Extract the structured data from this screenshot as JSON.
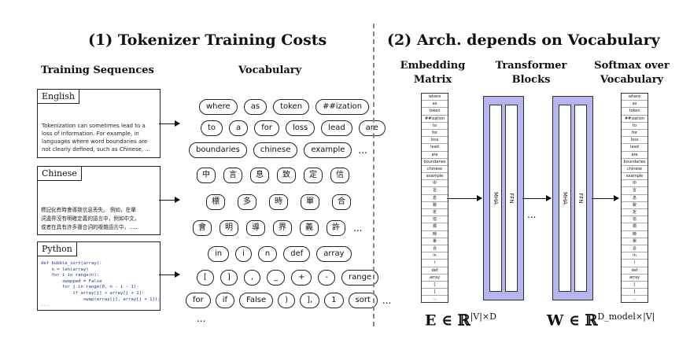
{
  "left": {
    "title": "(1) Tokenizer Training Costs",
    "training_header": "Training Sequences",
    "vocab_header": "Vocabulary",
    "english": {
      "label": "English",
      "text": "Tokenization can sometimes lead to a loss of information. For example, in languages where word boundaries are not clearly defined, such as Chinese, ..."
    },
    "chinese": {
      "label": "Chinese",
      "lines": [
        "標記化有時會導致信息丟失。 例如，在單",
        "詞邊界沒有明確定義的語言中，例如中文，",
        "或者在具有許多複合詞的複雜語言中，......"
      ]
    },
    "python": {
      "label": "Python",
      "code": "def bubble_sort(array):\n    n = len(array)\n    for i in range(n):\n        swapped = False\n        for j in range(0, n - i - 1):\n            if array[j] > array[j + 1]:\n                swap(array[j], array[j + 1]);\n..."
    },
    "vocab_rows": [
      [
        "where",
        "as",
        "token",
        "##ization"
      ],
      [
        "to",
        "a",
        "for",
        "loss",
        "lead",
        "are"
      ],
      [
        "boundaries",
        "chinese",
        "example"
      ],
      [
        "中",
        "言",
        "息",
        "致",
        "定",
        "信"
      ],
      [
        "標",
        "多",
        "時",
        "單",
        "合"
      ],
      [
        "會",
        "明",
        "導",
        "界",
        "義",
        "許"
      ],
      [
        "in",
        "i",
        "n",
        "def",
        "array"
      ],
      [
        "[",
        "]",
        ",",
        "_",
        "+",
        "-",
        "range"
      ],
      [
        "for",
        "if",
        "False",
        ")",
        "],",
        "1",
        "sort"
      ]
    ],
    "ellipsis": "...",
    "bottom_ellipsis": "..."
  },
  "right": {
    "title": "(2) Arch. depends on Vocabulary",
    "embedding_header": "Embedding Matrix",
    "transformer_header": "Transformer Blocks",
    "softmax_header": "Softmax over Vocabulary",
    "mha_label": "MHA",
    "ffn_label": "FFN",
    "between_dots": "...",
    "matrix_tokens": [
      "where",
      "as",
      "token",
      "##ization",
      "to",
      "for",
      "loss",
      "lead",
      "are",
      "boundaries",
      "chinese",
      "example",
      "中",
      "言",
      "息",
      "致",
      "定",
      "信",
      "標",
      "時",
      "單",
      "合",
      "in",
      "i",
      "def",
      "array",
      "[",
      "]",
      "..."
    ],
    "formula_left": "E ∈ ℝ",
    "formula_left_sup": "|V|×D",
    "formula_right": "W ∈ ℝ",
    "formula_right_sup": "D_model×|V|"
  }
}
